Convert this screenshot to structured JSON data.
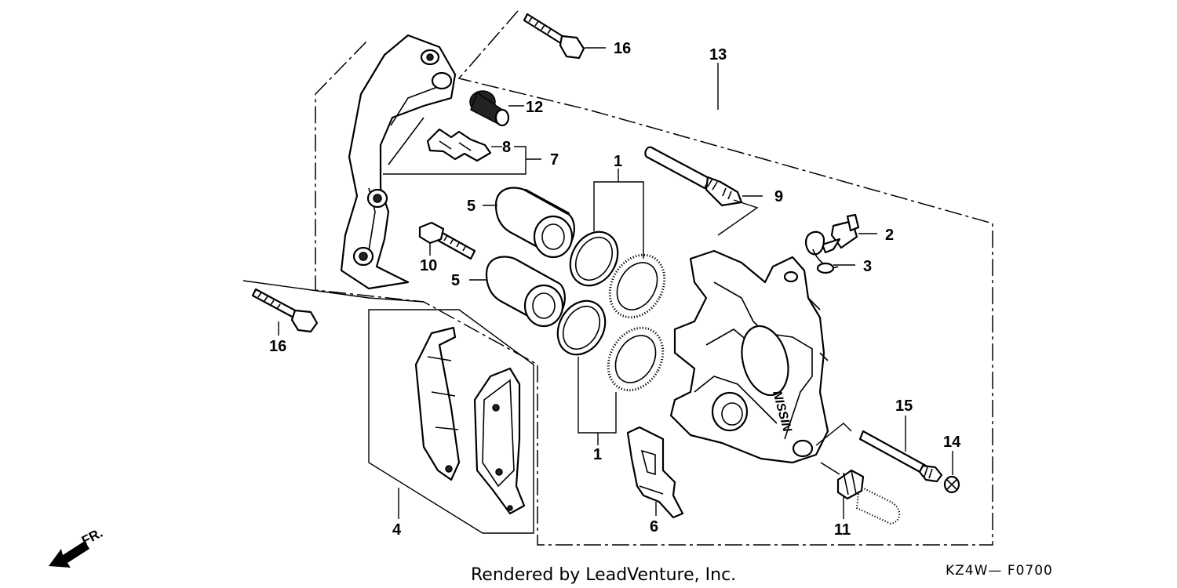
{
  "callouts": {
    "c1_top": "1",
    "c1_bottom": "1",
    "c2": "2",
    "c3": "3",
    "c4": "4",
    "c5_upper": "5",
    "c5_lower": "5",
    "c6": "6",
    "c7": "7",
    "c8": "8",
    "c9": "9",
    "c10": "10",
    "c11": "11",
    "c12": "12",
    "c13": "13",
    "c14": "14",
    "c15": "15",
    "c16_top": "16",
    "c16_left": "16"
  },
  "footer": {
    "credit": "Rendered by LeadVenture, Inc.",
    "diagram_code": "KZ4W— F0700"
  },
  "direction_label": "FR.",
  "caliper_brand": "NISSIN"
}
